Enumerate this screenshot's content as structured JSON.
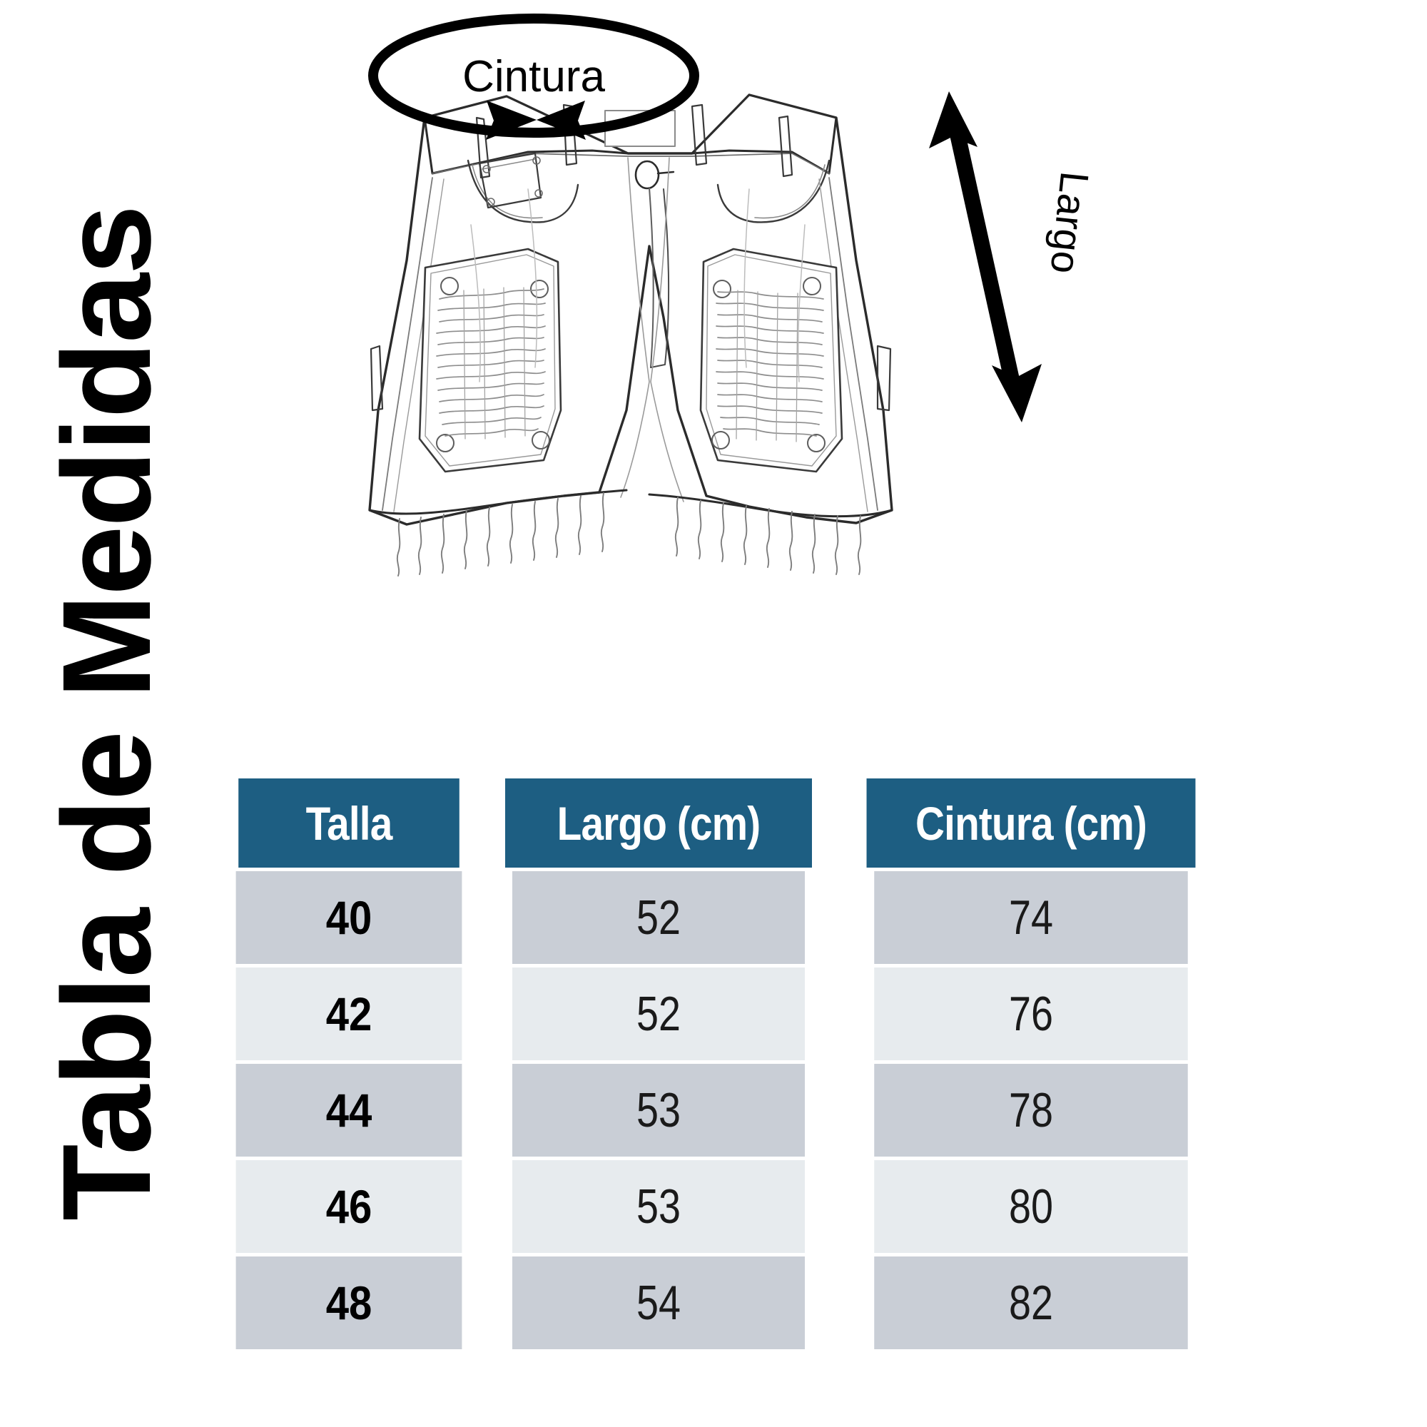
{
  "page": {
    "title": "Tabla de Medidas",
    "background_color": "#ffffff"
  },
  "illustration": {
    "garment": "denim-shorts-technical-drawing",
    "annotations": {
      "waist_label": "Cintura",
      "length_label": "Largo"
    }
  },
  "table": {
    "header_color": "#1d5e82",
    "header_text_color": "#ffffff",
    "row_odd_color": "#c9ced6",
    "row_even_color": "#e7ebee",
    "columns": [
      "Talla",
      "Largo (cm)",
      "Cintura (cm)"
    ],
    "rows": [
      {
        "talla": "40",
        "largo": "52",
        "cintura": "74"
      },
      {
        "talla": "42",
        "largo": "52",
        "cintura": "76"
      },
      {
        "talla": "44",
        "largo": "53",
        "cintura": "78"
      },
      {
        "talla": "46",
        "largo": "53",
        "cintura": "80"
      },
      {
        "talla": "48",
        "largo": "54",
        "cintura": "82"
      }
    ]
  },
  "chart_data": {
    "type": "table",
    "title": "Tabla de Medidas",
    "categories": [
      "40",
      "42",
      "44",
      "46",
      "48"
    ],
    "xlabel": "Talla",
    "series": [
      {
        "name": "Largo (cm)",
        "values": [
          52,
          52,
          53,
          53,
          54
        ]
      },
      {
        "name": "Cintura (cm)",
        "values": [
          74,
          76,
          78,
          80,
          82
        ]
      }
    ]
  }
}
